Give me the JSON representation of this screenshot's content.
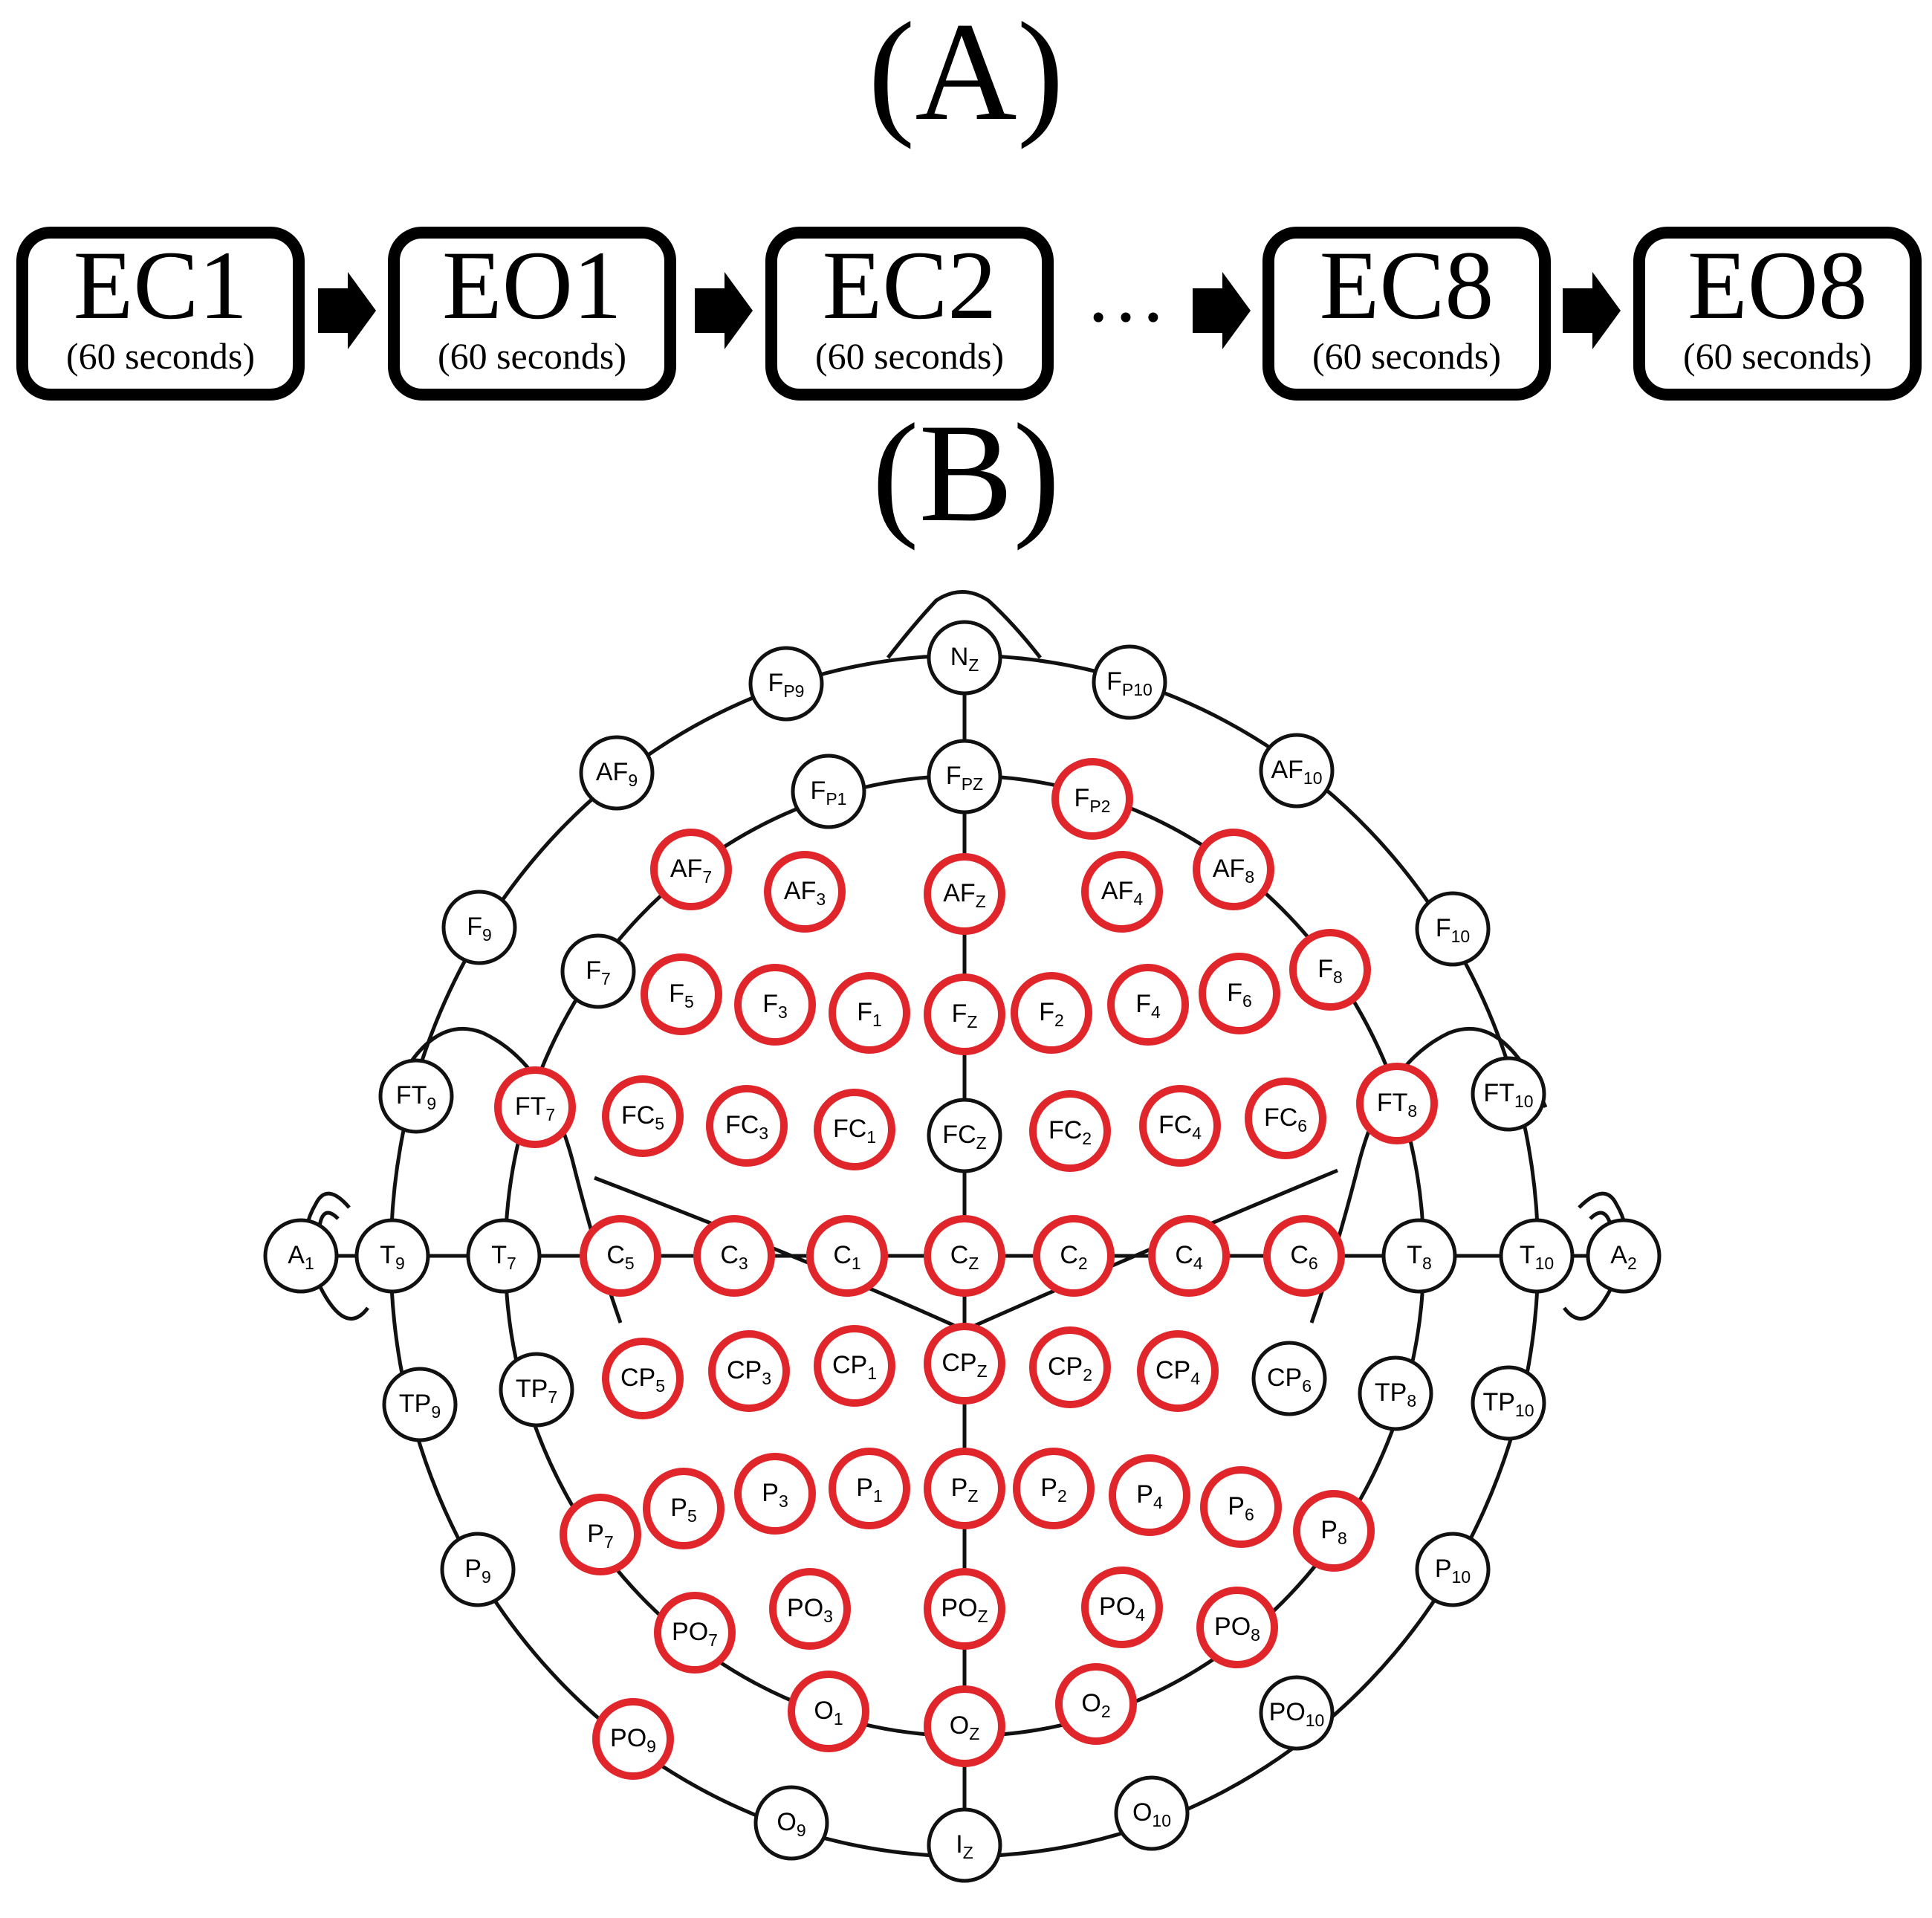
{
  "panel_a": {
    "label": "(A)",
    "boxes": [
      {
        "name": "EC1",
        "duration": "(60 seconds)"
      },
      {
        "name": "EO1",
        "duration": "(60 seconds)"
      },
      {
        "name": "EC2",
        "duration": "(60 seconds)"
      },
      {
        "name": "EC8",
        "duration": "(60 seconds)"
      },
      {
        "name": "EO8",
        "duration": "(60 seconds)"
      }
    ],
    "ellipsis": "…"
  },
  "panel_b": {
    "label": "(B)",
    "highlight_color": "#e0262b",
    "outline_color": "#111111",
    "electrodes": [
      {
        "id": "NZ",
        "base": "N",
        "sub": "Z",
        "selected": false
      },
      {
        "id": "FP9",
        "base": "F",
        "sub": "P9",
        "selected": false
      },
      {
        "id": "FP10",
        "base": "F",
        "sub": "P10",
        "selected": false
      },
      {
        "id": "AF9",
        "base": "AF",
        "sub": "9",
        "selected": false
      },
      {
        "id": "FP1",
        "base": "F",
        "sub": "P1",
        "selected": false
      },
      {
        "id": "FPZ",
        "base": "F",
        "sub": "PZ",
        "selected": false
      },
      {
        "id": "FP2",
        "base": "F",
        "sub": "P2",
        "selected": true
      },
      {
        "id": "AF10",
        "base": "AF",
        "sub": "10",
        "selected": false
      },
      {
        "id": "AF7",
        "base": "AF",
        "sub": "7",
        "selected": true
      },
      {
        "id": "AF3",
        "base": "AF",
        "sub": "3",
        "selected": true
      },
      {
        "id": "AFZ",
        "base": "AF",
        "sub": "Z",
        "selected": true
      },
      {
        "id": "AF4",
        "base": "AF",
        "sub": "4",
        "selected": true
      },
      {
        "id": "AF8",
        "base": "AF",
        "sub": "8",
        "selected": true
      },
      {
        "id": "F9",
        "base": "F",
        "sub": "9",
        "selected": false
      },
      {
        "id": "F10",
        "base": "F",
        "sub": "10",
        "selected": false
      },
      {
        "id": "F7",
        "base": "F",
        "sub": "7",
        "selected": false
      },
      {
        "id": "F5",
        "base": "F",
        "sub": "5",
        "selected": true
      },
      {
        "id": "F3",
        "base": "F",
        "sub": "3",
        "selected": true
      },
      {
        "id": "F1",
        "base": "F",
        "sub": "1",
        "selected": true
      },
      {
        "id": "FZ",
        "base": "F",
        "sub": "Z",
        "selected": true
      },
      {
        "id": "F2",
        "base": "F",
        "sub": "2",
        "selected": true
      },
      {
        "id": "F4",
        "base": "F",
        "sub": "4",
        "selected": true
      },
      {
        "id": "F6",
        "base": "F",
        "sub": "6",
        "selected": true
      },
      {
        "id": "F8",
        "base": "F",
        "sub": "8",
        "selected": true
      },
      {
        "id": "FT9",
        "base": "FT",
        "sub": "9",
        "selected": false
      },
      {
        "id": "FT7",
        "base": "FT",
        "sub": "7",
        "selected": true
      },
      {
        "id": "FC5",
        "base": "FC",
        "sub": "5",
        "selected": true
      },
      {
        "id": "FC3",
        "base": "FC",
        "sub": "3",
        "selected": true
      },
      {
        "id": "FC1",
        "base": "FC",
        "sub": "1",
        "selected": true
      },
      {
        "id": "FCZ",
        "base": "FC",
        "sub": "Z",
        "selected": false
      },
      {
        "id": "FC2",
        "base": "FC",
        "sub": "2",
        "selected": true
      },
      {
        "id": "FC4",
        "base": "FC",
        "sub": "4",
        "selected": true
      },
      {
        "id": "FC6",
        "base": "FC",
        "sub": "6",
        "selected": true
      },
      {
        "id": "FT8",
        "base": "FT",
        "sub": "8",
        "selected": true
      },
      {
        "id": "FT10",
        "base": "FT",
        "sub": "10",
        "selected": false
      },
      {
        "id": "A1",
        "base": "A",
        "sub": "1",
        "selected": false
      },
      {
        "id": "T9",
        "base": "T",
        "sub": "9",
        "selected": false
      },
      {
        "id": "T7",
        "base": "T",
        "sub": "7",
        "selected": false
      },
      {
        "id": "C5",
        "base": "C",
        "sub": "5",
        "selected": true
      },
      {
        "id": "C3",
        "base": "C",
        "sub": "3",
        "selected": true
      },
      {
        "id": "C1",
        "base": "C",
        "sub": "1",
        "selected": true
      },
      {
        "id": "CZ",
        "base": "C",
        "sub": "Z",
        "selected": true
      },
      {
        "id": "C2",
        "base": "C",
        "sub": "2",
        "selected": true
      },
      {
        "id": "C4",
        "base": "C",
        "sub": "4",
        "selected": true
      },
      {
        "id": "C6",
        "base": "C",
        "sub": "6",
        "selected": true
      },
      {
        "id": "T8",
        "base": "T",
        "sub": "8",
        "selected": false
      },
      {
        "id": "T10",
        "base": "T",
        "sub": "10",
        "selected": false
      },
      {
        "id": "A2",
        "base": "A",
        "sub": "2",
        "selected": false
      },
      {
        "id": "TP9",
        "base": "TP",
        "sub": "9",
        "selected": false
      },
      {
        "id": "TP7",
        "base": "TP",
        "sub": "7",
        "selected": false
      },
      {
        "id": "CP5",
        "base": "CP",
        "sub": "5",
        "selected": true
      },
      {
        "id": "CP3",
        "base": "CP",
        "sub": "3",
        "selected": true
      },
      {
        "id": "CP1",
        "base": "CP",
        "sub": "1",
        "selected": true
      },
      {
        "id": "CPZ",
        "base": "CP",
        "sub": "Z",
        "selected": true
      },
      {
        "id": "CP2",
        "base": "CP",
        "sub": "2",
        "selected": true
      },
      {
        "id": "CP4",
        "base": "CP",
        "sub": "4",
        "selected": true
      },
      {
        "id": "CP6",
        "base": "CP",
        "sub": "6",
        "selected": false
      },
      {
        "id": "TP8",
        "base": "TP",
        "sub": "8",
        "selected": false
      },
      {
        "id": "TP10",
        "base": "TP",
        "sub": "10",
        "selected": false
      },
      {
        "id": "P9",
        "base": "P",
        "sub": "9",
        "selected": false
      },
      {
        "id": "P7",
        "base": "P",
        "sub": "7",
        "selected": true
      },
      {
        "id": "P5",
        "base": "P",
        "sub": "5",
        "selected": true
      },
      {
        "id": "P3",
        "base": "P",
        "sub": "3",
        "selected": true
      },
      {
        "id": "P1",
        "base": "P",
        "sub": "1",
        "selected": true
      },
      {
        "id": "PZ",
        "base": "P",
        "sub": "Z",
        "selected": true
      },
      {
        "id": "P2",
        "base": "P",
        "sub": "2",
        "selected": true
      },
      {
        "id": "P4",
        "base": "P",
        "sub": "4",
        "selected": true
      },
      {
        "id": "P6",
        "base": "P",
        "sub": "6",
        "selected": true
      },
      {
        "id": "P8",
        "base": "P",
        "sub": "8",
        "selected": true
      },
      {
        "id": "P10",
        "base": "P",
        "sub": "10",
        "selected": false
      },
      {
        "id": "PO7",
        "base": "PO",
        "sub": "7",
        "selected": true
      },
      {
        "id": "PO3",
        "base": "PO",
        "sub": "3",
        "selected": true
      },
      {
        "id": "POZ",
        "base": "PO",
        "sub": "Z",
        "selected": true
      },
      {
        "id": "PO4",
        "base": "PO",
        "sub": "4",
        "selected": true
      },
      {
        "id": "PO8",
        "base": "PO",
        "sub": "8",
        "selected": true
      },
      {
        "id": "PO9",
        "base": "PO",
        "sub": "9",
        "selected": true
      },
      {
        "id": "O1",
        "base": "O",
        "sub": "1",
        "selected": true
      },
      {
        "id": "OZ",
        "base": "O",
        "sub": "Z",
        "selected": true
      },
      {
        "id": "O2",
        "base": "O",
        "sub": "2",
        "selected": true
      },
      {
        "id": "PO10",
        "base": "PO",
        "sub": "10",
        "selected": false
      },
      {
        "id": "O9",
        "base": "O",
        "sub": "9",
        "selected": false
      },
      {
        "id": "IZ",
        "base": "I",
        "sub": "Z",
        "selected": false
      },
      {
        "id": "O10",
        "base": "O",
        "sub": "10",
        "selected": false
      }
    ]
  }
}
